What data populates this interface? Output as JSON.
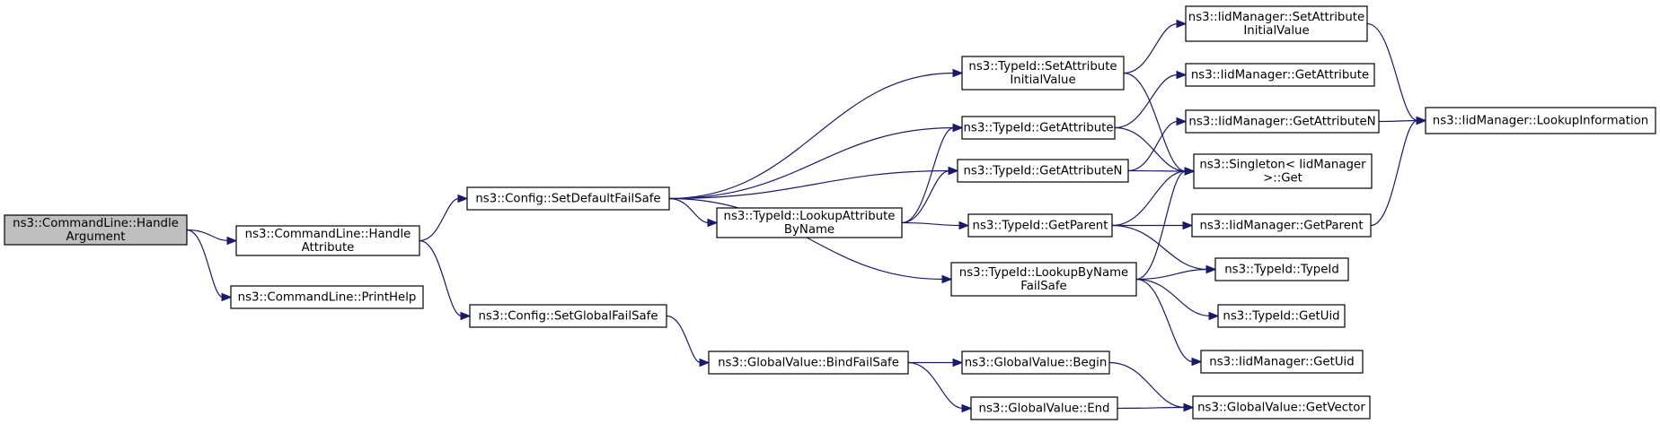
{
  "colors": {
    "edge": "#191970",
    "root_fill": "#bfbfbf",
    "node_fill": "#ffffff",
    "border": "#000000"
  },
  "nodes": [
    {
      "id": "handle_argument",
      "lines": [
        "ns3::CommandLine::Handle",
        "Argument"
      ],
      "root": true
    },
    {
      "id": "handle_attribute",
      "lines": [
        "ns3::CommandLine::Handle",
        "Attribute"
      ]
    },
    {
      "id": "print_help",
      "lines": [
        "ns3::CommandLine::PrintHelp"
      ]
    },
    {
      "id": "set_default_failsafe",
      "lines": [
        "ns3::Config::SetDefaultFailSafe"
      ]
    },
    {
      "id": "set_global_failsafe",
      "lines": [
        "ns3::Config::SetGlobalFailSafe"
      ]
    },
    {
      "id": "lookup_attribute_by_name",
      "lines": [
        "ns3::TypeId::LookupAttribute",
        "ByName"
      ]
    },
    {
      "id": "bind_failsafe",
      "lines": [
        "ns3::GlobalValue::BindFailSafe"
      ]
    },
    {
      "id": "typeid_set_attr_init",
      "lines": [
        "ns3::TypeId::SetAttribute",
        "InitialValue"
      ]
    },
    {
      "id": "typeid_get_attribute",
      "lines": [
        "ns3::TypeId::GetAttribute"
      ]
    },
    {
      "id": "typeid_get_attribute_n",
      "lines": [
        "ns3::TypeId::GetAttributeN"
      ]
    },
    {
      "id": "typeid_get_parent",
      "lines": [
        "ns3::TypeId::GetParent"
      ]
    },
    {
      "id": "typeid_lookup_by_name_failsafe",
      "lines": [
        "ns3::TypeId::LookupByName",
        "FailSafe"
      ]
    },
    {
      "id": "gv_begin",
      "lines": [
        "ns3::GlobalValue::Begin"
      ]
    },
    {
      "id": "gv_end",
      "lines": [
        "ns3::GlobalValue::End"
      ]
    },
    {
      "id": "iid_set_attr_init",
      "lines": [
        "ns3::IidManager::SetAttribute",
        "InitialValue"
      ]
    },
    {
      "id": "iid_get_attribute",
      "lines": [
        "ns3::IidManager::GetAttribute"
      ]
    },
    {
      "id": "iid_get_attribute_n",
      "lines": [
        "ns3::IidManager::GetAttributeN"
      ]
    },
    {
      "id": "singleton_get",
      "lines": [
        "ns3::Singleton< IidManager",
        ">::Get"
      ]
    },
    {
      "id": "iid_get_parent",
      "lines": [
        "ns3::IidManager::GetParent"
      ]
    },
    {
      "id": "typeid_typeid",
      "lines": [
        "ns3::TypeId::TypeId"
      ]
    },
    {
      "id": "typeid_get_uid",
      "lines": [
        "ns3::TypeId::GetUid"
      ]
    },
    {
      "id": "iid_get_uid",
      "lines": [
        "ns3::IidManager::GetUid"
      ]
    },
    {
      "id": "gv_get_vector",
      "lines": [
        "ns3::GlobalValue::GetVector"
      ]
    },
    {
      "id": "iid_lookup_information",
      "lines": [
        "ns3::IidManager::LookupInformation"
      ]
    }
  ],
  "edges": [
    {
      "from": "handle_argument",
      "to": "handle_attribute"
    },
    {
      "from": "handle_argument",
      "to": "print_help"
    },
    {
      "from": "handle_attribute",
      "to": "set_default_failsafe"
    },
    {
      "from": "handle_attribute",
      "to": "set_global_failsafe"
    },
    {
      "from": "set_default_failsafe",
      "to": "typeid_set_attr_init"
    },
    {
      "from": "set_default_failsafe",
      "to": "typeid_get_attribute"
    },
    {
      "from": "set_default_failsafe",
      "to": "typeid_get_attribute_n"
    },
    {
      "from": "set_default_failsafe",
      "to": "lookup_attribute_by_name"
    },
    {
      "from": "set_default_failsafe",
      "to": "typeid_lookup_by_name_failsafe"
    },
    {
      "from": "lookup_attribute_by_name",
      "to": "typeid_get_attribute"
    },
    {
      "from": "lookup_attribute_by_name",
      "to": "typeid_get_attribute_n"
    },
    {
      "from": "lookup_attribute_by_name",
      "to": "typeid_get_parent"
    },
    {
      "from": "set_global_failsafe",
      "to": "bind_failsafe"
    },
    {
      "from": "bind_failsafe",
      "to": "gv_begin"
    },
    {
      "from": "bind_failsafe",
      "to": "gv_end"
    },
    {
      "from": "typeid_set_attr_init",
      "to": "iid_set_attr_init"
    },
    {
      "from": "typeid_set_attr_init",
      "to": "singleton_get"
    },
    {
      "from": "typeid_get_attribute",
      "to": "iid_get_attribute"
    },
    {
      "from": "typeid_get_attribute",
      "to": "singleton_get"
    },
    {
      "from": "typeid_get_attribute_n",
      "to": "iid_get_attribute_n"
    },
    {
      "from": "typeid_get_attribute_n",
      "to": "singleton_get"
    },
    {
      "from": "typeid_get_parent",
      "to": "singleton_get"
    },
    {
      "from": "typeid_get_parent",
      "to": "iid_get_parent"
    },
    {
      "from": "typeid_get_parent",
      "to": "typeid_typeid"
    },
    {
      "from": "typeid_lookup_by_name_failsafe",
      "to": "singleton_get"
    },
    {
      "from": "typeid_lookup_by_name_failsafe",
      "to": "typeid_typeid"
    },
    {
      "from": "typeid_lookup_by_name_failsafe",
      "to": "typeid_get_uid"
    },
    {
      "from": "typeid_lookup_by_name_failsafe",
      "to": "iid_get_uid"
    },
    {
      "from": "gv_begin",
      "to": "gv_get_vector"
    },
    {
      "from": "gv_end",
      "to": "gv_get_vector"
    },
    {
      "from": "iid_set_attr_init",
      "to": "iid_lookup_information"
    },
    {
      "from": "iid_get_attribute_n",
      "to": "iid_lookup_information"
    },
    {
      "from": "iid_get_parent",
      "to": "iid_lookup_information"
    }
  ]
}
